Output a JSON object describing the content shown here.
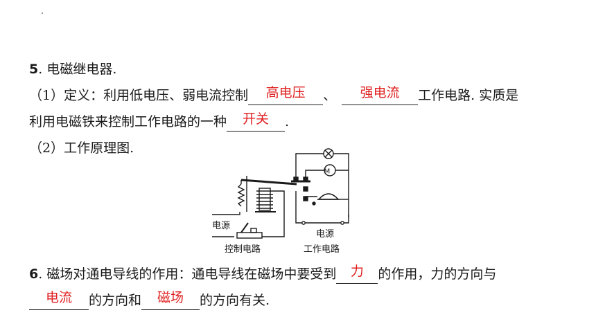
{
  "q5": {
    "number": "5",
    "title": ". 电磁继电器.",
    "def_prefix": "（1）定义：利用低电压、弱电流控制",
    "blank1": "高电压",
    "sep": "、",
    "blank2": "强电流",
    "def_suffix": "工作电路. 实质是",
    "line2_prefix": "利用电磁铁来控制工作电路的一种",
    "blank3": "开关",
    "line2_suffix": ".",
    "principle": "（2）工作原理图."
  },
  "diagram": {
    "left_power": "电源",
    "left_caption": "控制电路",
    "right_power": "电源",
    "right_caption": "工作电路",
    "motor_letter": "M"
  },
  "q6": {
    "number": "6",
    "text1": ". 磁场对通电导线的作用：通电导线在磁场中要受到",
    "blank1": "力",
    "text2": "的作用，力的方向与",
    "blank2": "电流",
    "text3": "的方向和",
    "blank3": "磁场",
    "text4": "的方向有关."
  },
  "colors": {
    "answer": "#e02020",
    "text": "#1a1a1a"
  }
}
